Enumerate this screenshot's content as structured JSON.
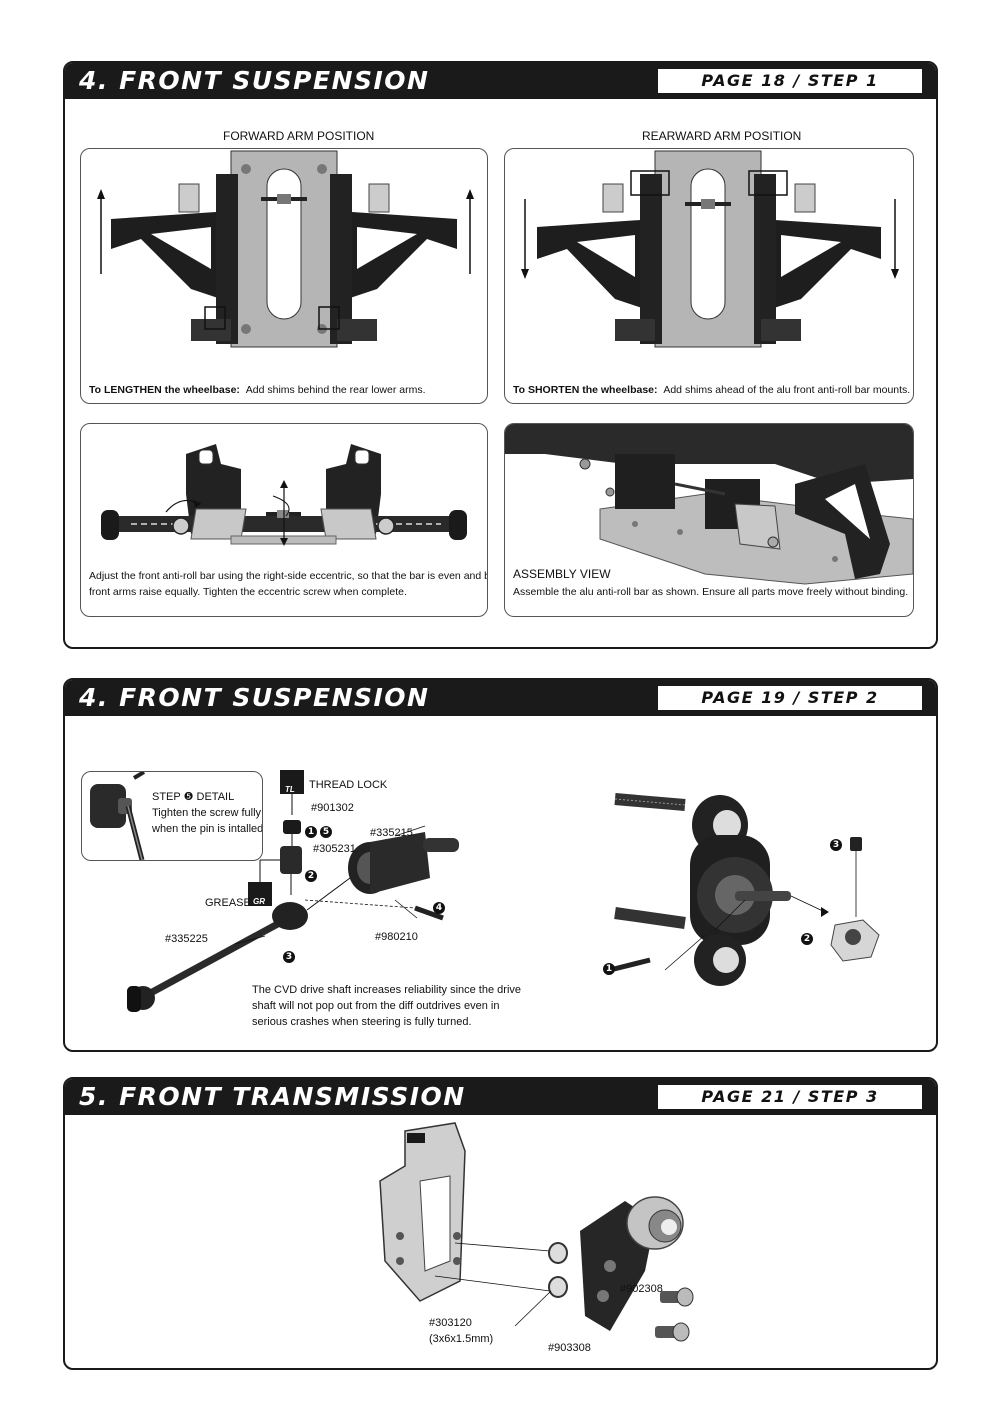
{
  "sections": [
    {
      "title": "4. FRONT SUSPENSION",
      "page_step": "PAGE 18 / STEP 1",
      "panels": {
        "forward": {
          "heading": "FORWARD ARM POSITION",
          "caption_bold": "To LENGTHEN the wheelbase:",
          "caption_text": "Add shims behind the rear lower arms."
        },
        "rearward": {
          "heading": "REARWARD ARM POSITION",
          "caption_bold": "To SHORTEN the wheelbase:",
          "caption_text": "Add shims ahead of the alu front anti-roll bar mounts."
        },
        "antiroll": {
          "caption_line1": "Adjust the front anti-roll bar using the right-side eccentric, so that the bar is even and both",
          "caption_line2": "front arms raise equally. Tighten the eccentric screw when complete."
        },
        "assembly": {
          "title": "ASSEMBLY VIEW",
          "caption": "Assemble the alu anti-roll bar as shown. Ensure all parts move freely without binding."
        }
      }
    },
    {
      "title": "4. FRONT SUSPENSION",
      "page_step": "PAGE 19 / STEP 2",
      "detail": {
        "title": "STEP ❺ DETAIL",
        "line1": "Tighten the screw fully",
        "line2": "when the pin is intalled"
      },
      "thread_lock": {
        "label": "THREAD LOCK",
        "icon_text": "TL"
      },
      "grease": {
        "label": "GREASE",
        "icon_text": "GR"
      },
      "parts": [
        "#901302",
        "#305231",
        "#335215",
        "#980210",
        "#335225"
      ],
      "step_numbers": [
        "1",
        "5",
        "2",
        "3",
        "4"
      ],
      "note_line1": "The CVD drive shaft increases reliability since the drive",
      "note_line2": "shaft will not pop out from the diff outdrives even in",
      "note_line3": "serious crashes when steering is fully turned.",
      "right_numbers": [
        "3",
        "2",
        "1"
      ]
    },
    {
      "title": "5. FRONT TRANSMISSION",
      "page_step": "PAGE 21 / STEP 3",
      "parts": {
        "p1": "#902308",
        "p2": "#303120",
        "p2_size": "(3x6x1.5mm)",
        "p3": "#903308"
      }
    }
  ]
}
